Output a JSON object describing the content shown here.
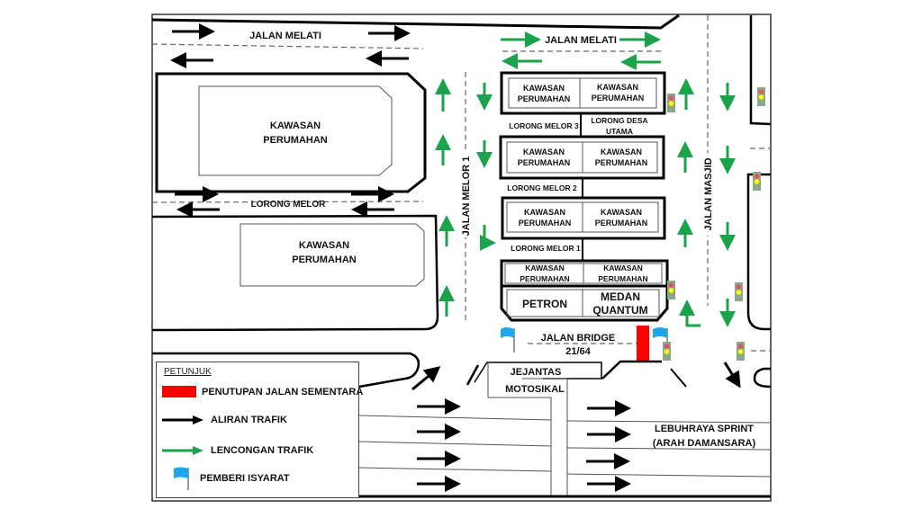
{
  "map": {
    "roads": {
      "jalan_melati_left": "JALAN MELATI",
      "jalan_melati_right": "JALAN MELATI",
      "lorong_melor": "LORONG MELOR",
      "jalan_melor_1": "JALAN MELOR 1",
      "jalan_masjid": "JALAN MASJID",
      "lorong_melor_3": "LORONG MELOR 3",
      "lorong_desa_utama_1": "LORONG DESA",
      "lorong_desa_utama_2": "UTAMA",
      "lorong_melor_2": "LORONG MELOR 2",
      "lorong_melor_1": "LORONG MELOR 1",
      "jalan_bridge_1": "JALAN BRIDGE",
      "jalan_bridge_2": "21/64",
      "jejantas_1": "JEJANTAS",
      "jejantas_2": "MOTOSIKAL",
      "lebuhraya_1": "LEBUHRAYA SPRINT",
      "lebuhraya_2": "(ARAH DAMANSARA)"
    },
    "areas": {
      "kawasan_1": "KAWASAN",
      "kawasan_2": "PERUMAHAN",
      "petron": "PETRON",
      "medan_1": "MEDAN",
      "medan_2": "QUANTUM"
    },
    "colors": {
      "closure": "#ff0000",
      "traffic_flow": "#000000",
      "detour": "#1aa34a",
      "flagman": "#1ea7e8",
      "traffic_light_body": "#8aa889",
      "light_red": "#e05563",
      "light_yellow": "#ffff00"
    }
  },
  "legend": {
    "title": "PETUNJUK",
    "items": [
      {
        "icon": "red-bar",
        "label": "PENUTUPAN JALAN SEMENTARA"
      },
      {
        "icon": "black-arrow",
        "label": "ALIRAN TRAFIK"
      },
      {
        "icon": "green-arrow",
        "label": "LENCONGAN TRAFIK"
      },
      {
        "icon": "blue-flag",
        "label": "PEMBERI ISYARAT"
      }
    ]
  }
}
